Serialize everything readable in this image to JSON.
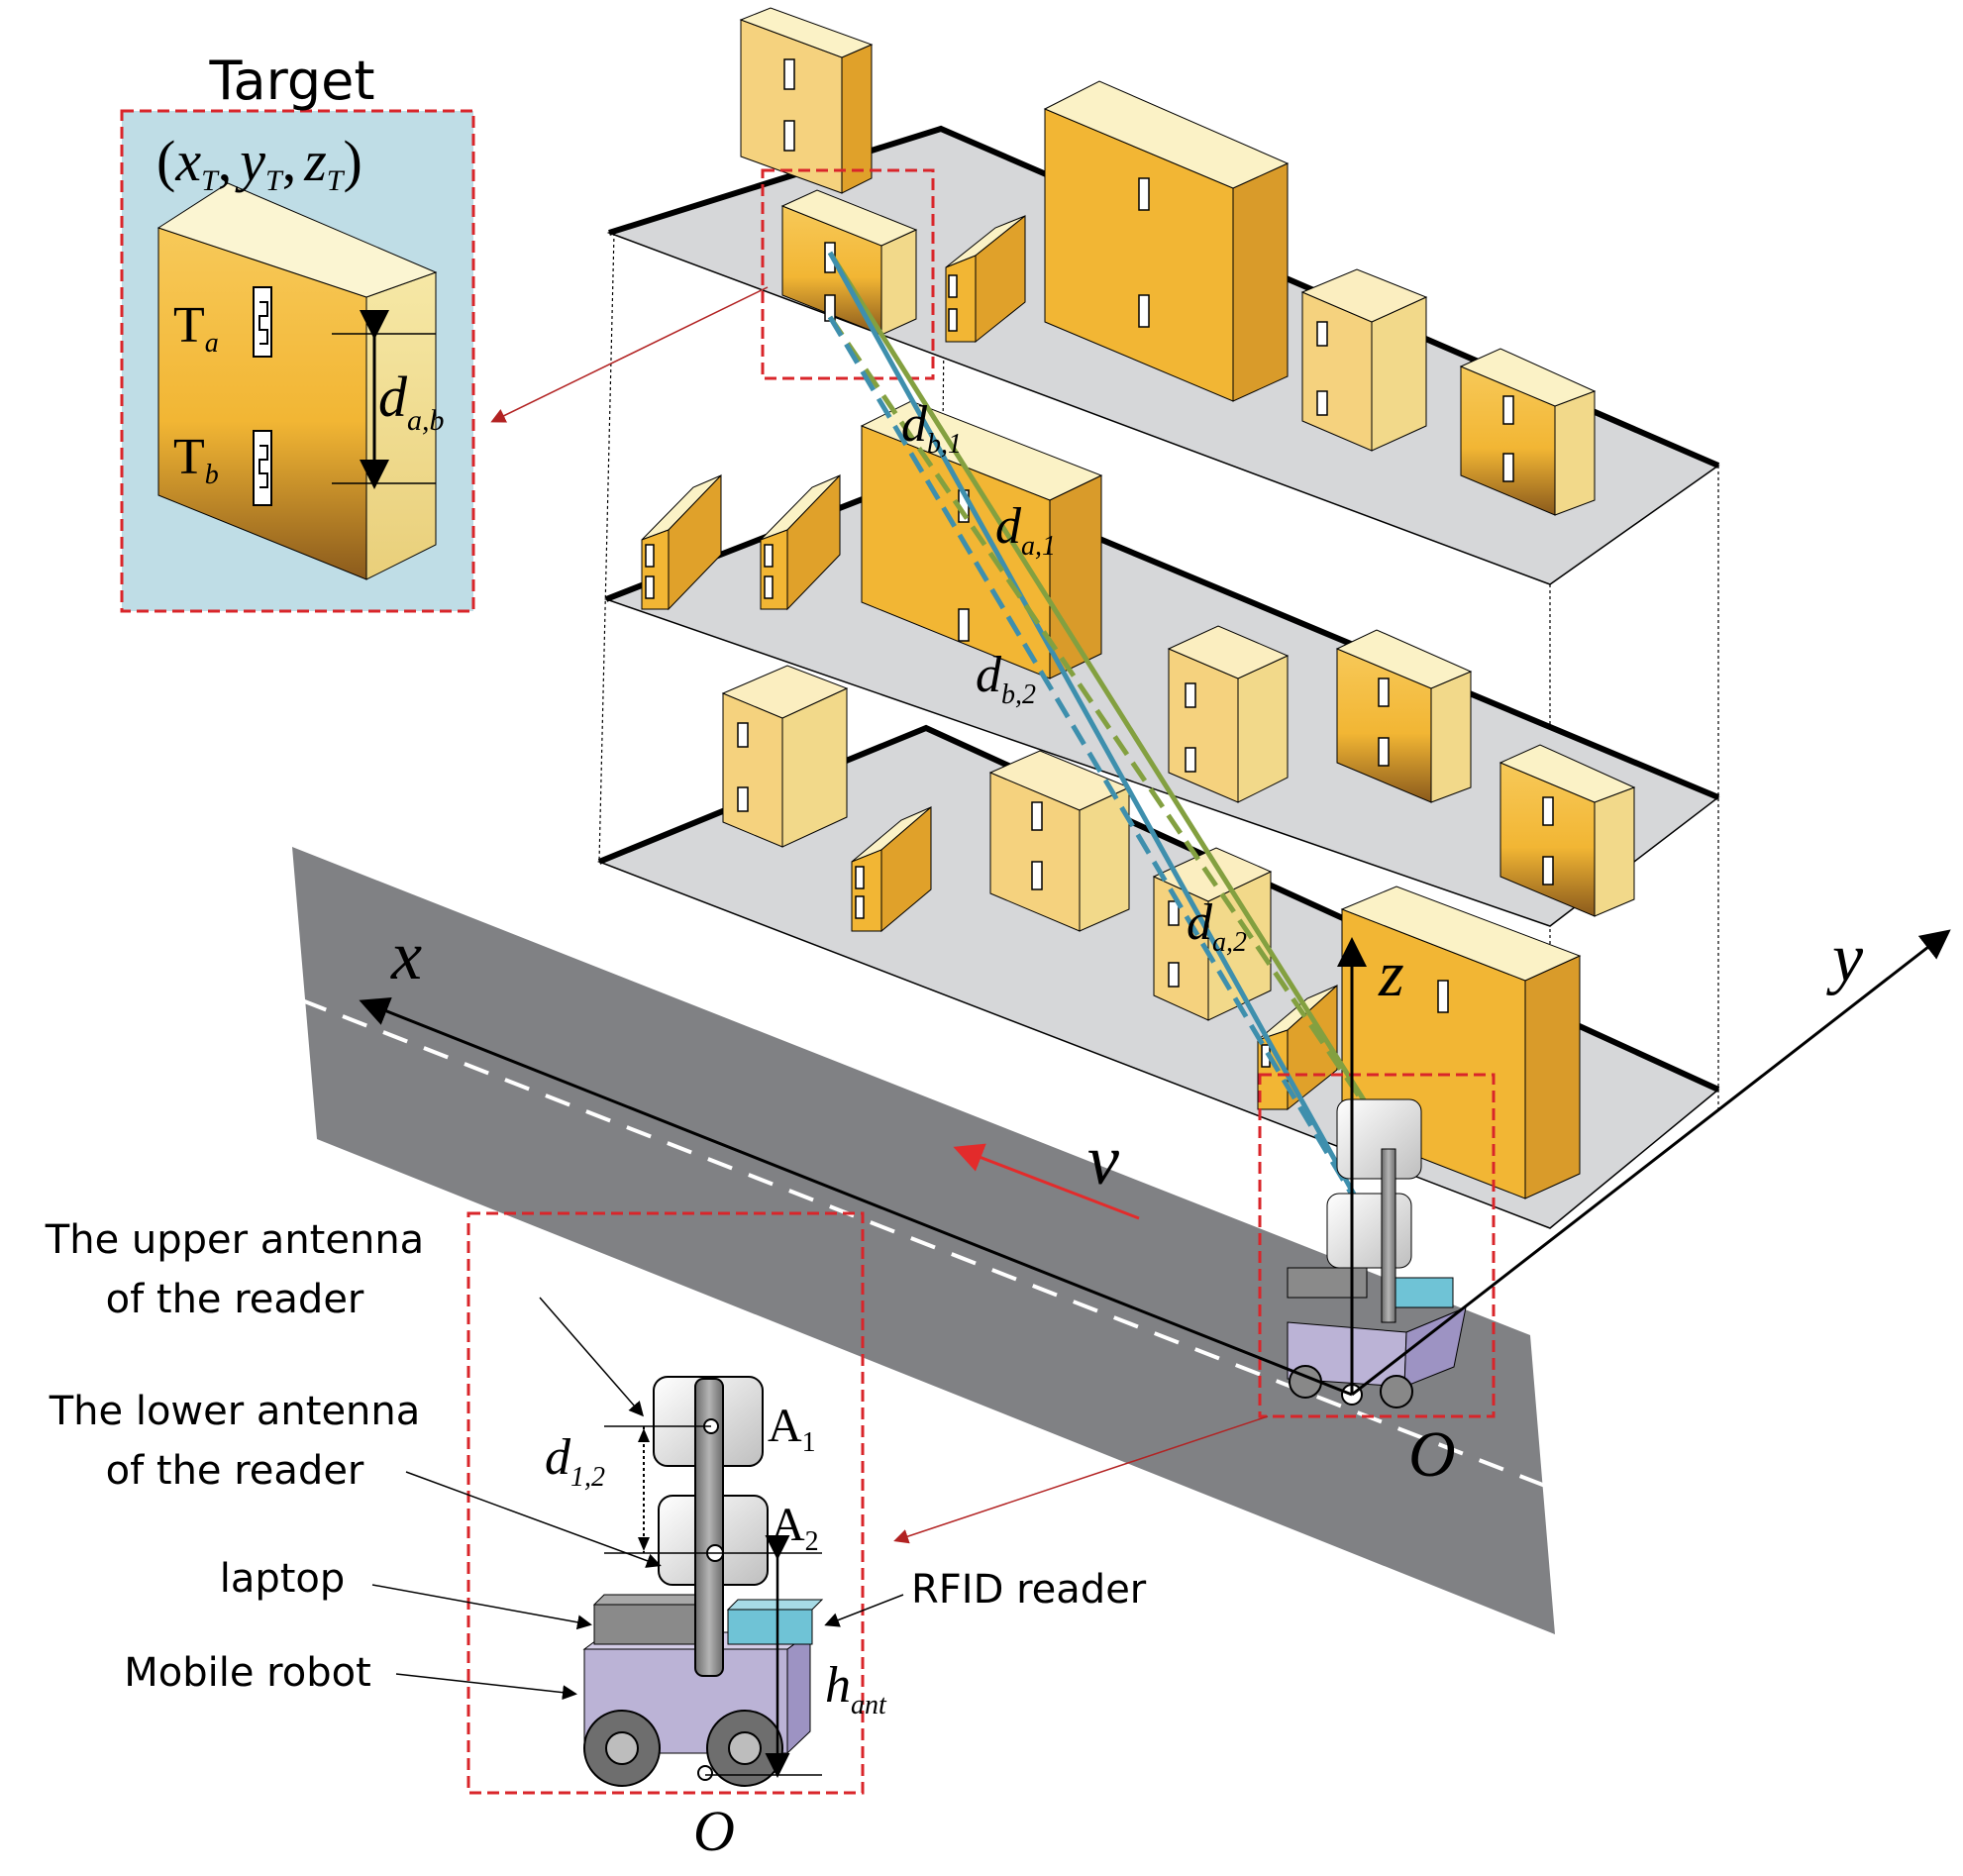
{
  "target": {
    "title": "Target",
    "coords_open": "(",
    "coords_x": "x",
    "coords_y": "y",
    "coords_z": "z",
    "coords_sub": "T",
    "coords_comma": ",",
    "coords_close": ")",
    "tag_a_main": "T",
    "tag_a_sub": "a",
    "tag_b_main": "T",
    "tag_b_sub": "b",
    "dist_main": "d",
    "dist_sub": "a,b"
  },
  "distances": {
    "b1_main": "d",
    "b1_sub": "b,1",
    "a1_main": "d",
    "a1_sub": "a,1",
    "b2_main": "d",
    "b2_sub": "b,2",
    "a2_main": "d",
    "a2_sub": "a,2"
  },
  "axes": {
    "x": "x",
    "y": "y",
    "z": "z",
    "origin": "O"
  },
  "velocity": "v",
  "robot_detail": {
    "upper_antenna_line1": "The upper antenna",
    "upper_antenna_line2": "of the reader",
    "lower_antenna_line1": "The lower antenna",
    "lower_antenna_line2": "of the reader",
    "laptop": "laptop",
    "mobile_robot": "Mobile robot",
    "rfid_reader": "RFID reader",
    "a1_main": "A",
    "a1_sub": "1",
    "a2_main": "A",
    "a2_sub": "2",
    "d12_main": "d",
    "d12_sub": "1,2",
    "hant_main": "h",
    "hant_sub": "ant",
    "origin": "O"
  },
  "colors": {
    "road": "#808184",
    "shelf": "#d6d7d9",
    "box_front": "#f2b634",
    "box_side": "#e0a12a",
    "box_top": "#fbf2c6",
    "box_light": "#f5d27e",
    "detail_bg": "#bfdde6",
    "dashed_frame": "#d9252a",
    "line_green": "#83a040",
    "line_blue": "#3e8fad",
    "velocity_arrow": "#e32b2b",
    "robot_body": "#bbb3d6",
    "rfid_reader_box": "#6fc3d6"
  }
}
